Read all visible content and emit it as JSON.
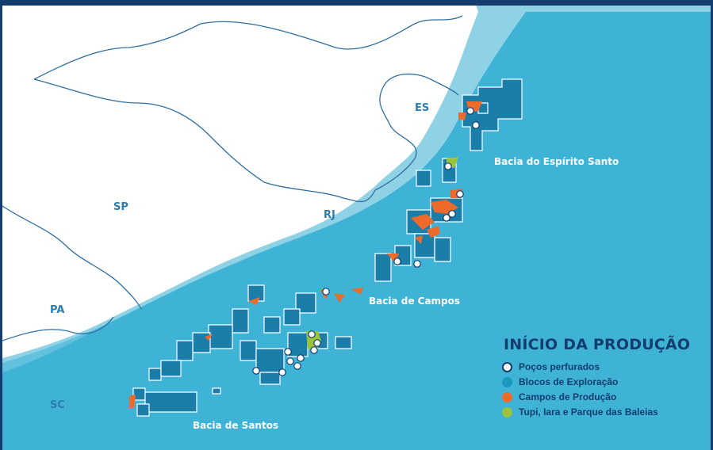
{
  "states": [
    {
      "label": "ES"
    },
    {
      "label": "SP"
    },
    {
      "label": "RJ"
    },
    {
      "label": "PA"
    },
    {
      "label": "SC"
    }
  ],
  "basins": [
    {
      "label": "Bacia do Espírito Santo"
    },
    {
      "label": "Bacia de Campos"
    },
    {
      "label": "Bacia de",
      "label_suffix": "Santos"
    }
  ],
  "legend": {
    "title": "INÍCIO DA PRODUÇÃO",
    "items": [
      {
        "label": "Poços perfurados",
        "color": "#ffffff",
        "border": "#123d6e"
      },
      {
        "label": "Blocos de Exploração",
        "color": "#1a98bd",
        "border": "#1a98bd"
      },
      {
        "label": "Campos de Produção",
        "color": "#ee6a2a",
        "border": "#ee6a2a"
      },
      {
        "label": "Tupi, Iara e Parque das Baleias",
        "color": "#9bc43c",
        "border": "#9bc43c"
      }
    ]
  },
  "colors": {
    "land": "#ffffff",
    "coastal_sea": "#8fd2e6",
    "shelf_sea": "#62c1de",
    "deep_sea": "#3fb3d6",
    "state_border": "#2f6ea0",
    "block": "#1a7ea8",
    "production": "#ee6a2a",
    "tupi": "#9bc43c",
    "frame": "#123d6e"
  }
}
